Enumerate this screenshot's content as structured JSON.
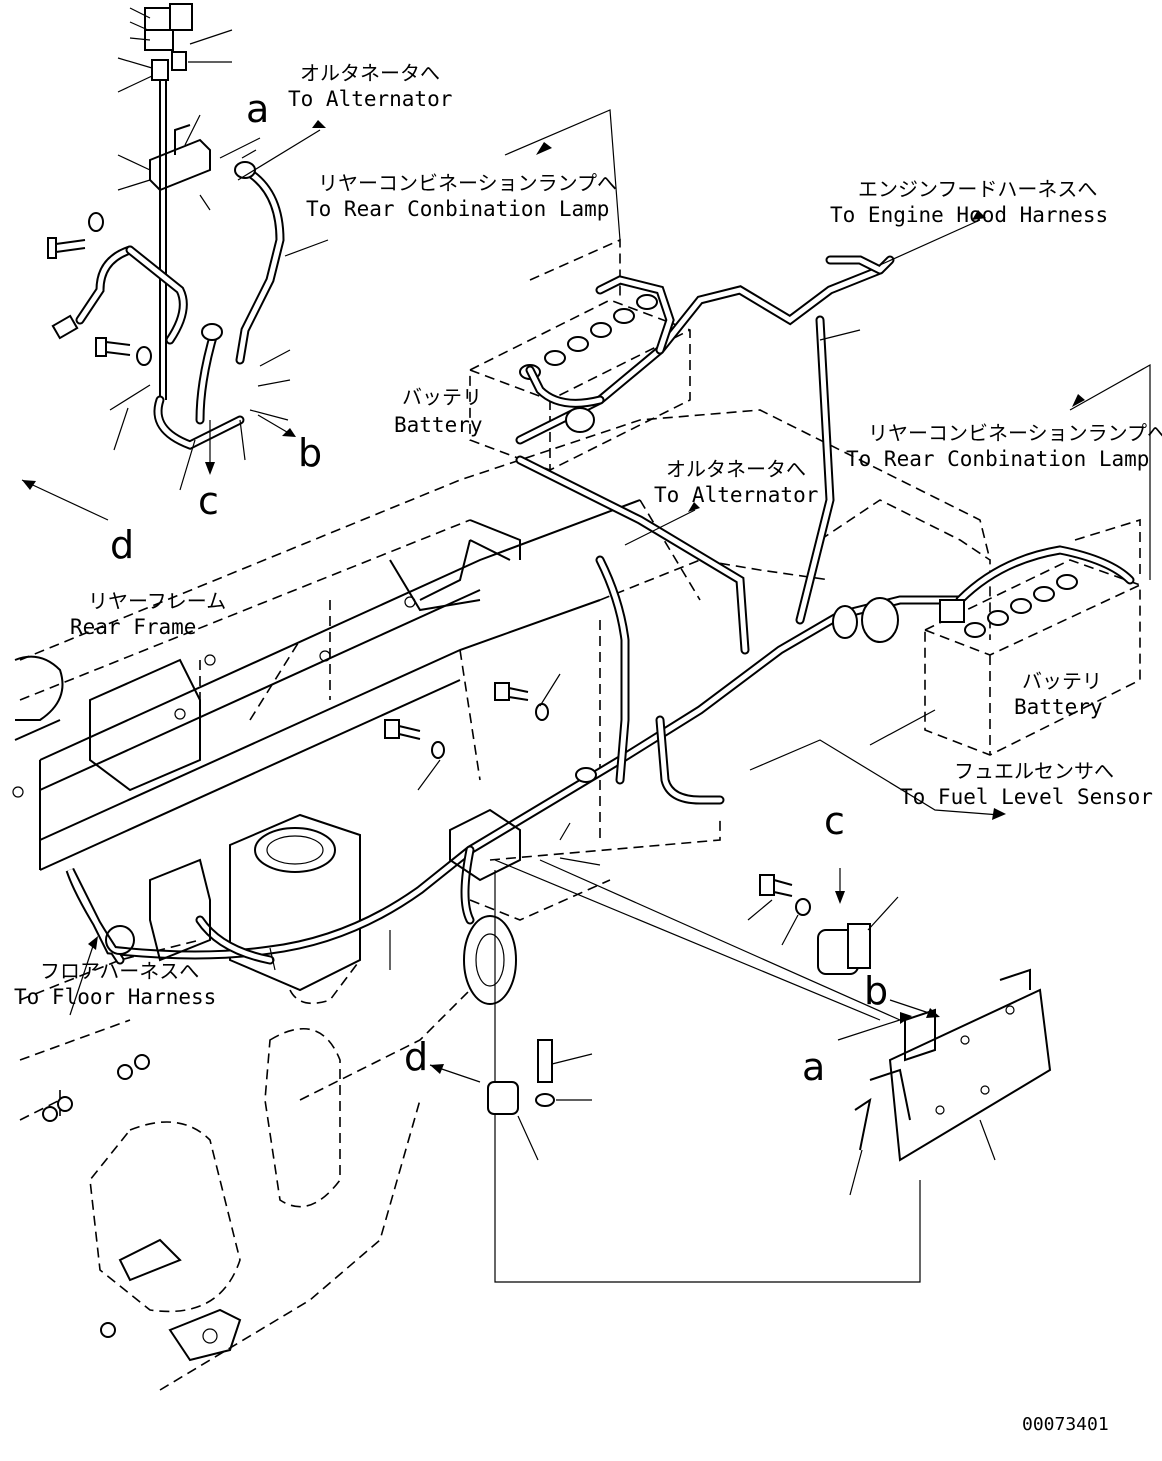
{
  "labels": {
    "alternator_top_jp": "オルタネータへ",
    "alternator_top_en": "To Alternator",
    "rear_lamp_top_jp": "リヤーコンビネーションランプへ",
    "rear_lamp_top_en": "To Rear Conbination Lamp",
    "engine_hood_jp": "エンジンフードハーネスへ",
    "engine_hood_en": "To Engine Hood Harness",
    "battery_left_jp": "バッテリ",
    "battery_left_en": "Battery",
    "rear_lamp_right_jp": "リヤーコンビネーションランプへ",
    "rear_lamp_right_en": "To Rear Conbination Lamp",
    "alternator_mid_jp": "オルタネータへ",
    "alternator_mid_en": "To Alternator",
    "rear_frame_jp": "リヤーフレーム",
    "rear_frame_en": "Rear Frame",
    "battery_right_jp": "バッテリ",
    "battery_right_en": "Battery",
    "fuel_sensor_jp": "フュエルセンサへ",
    "fuel_sensor_en": "To Fuel Level Sensor",
    "floor_harness_jp": "フロアハーネスへ",
    "floor_harness_en": "To Floor Harness"
  },
  "refs": {
    "a_top": "a",
    "b_top": "b",
    "c_top": "c",
    "d_top": "d",
    "c_mid": "c",
    "b_mid": "b",
    "a_mid": "a",
    "d_mid": "d"
  },
  "drawing_number": "00073401"
}
